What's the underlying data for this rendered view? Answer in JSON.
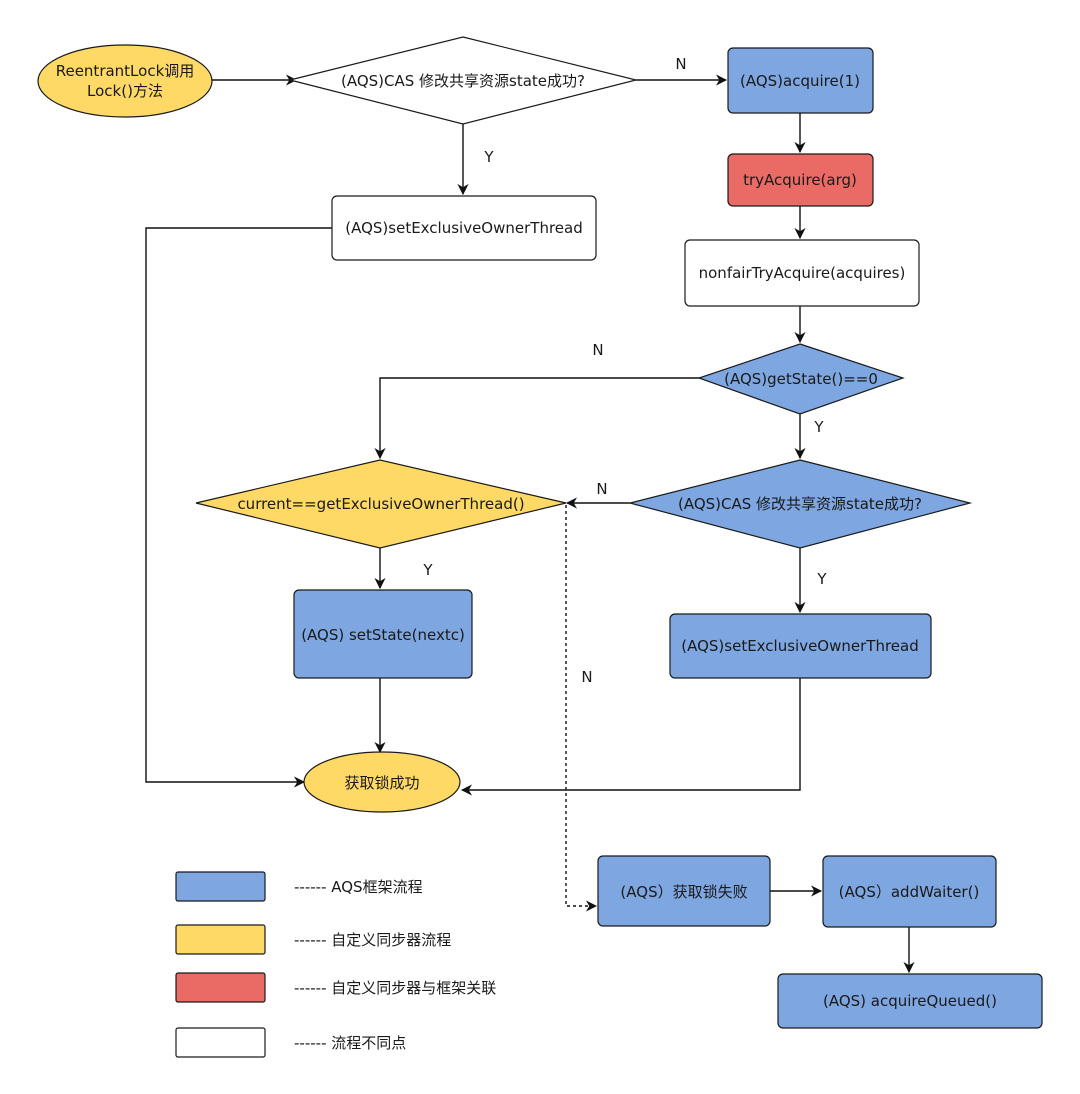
{
  "colors": {
    "blue": "#7EA6E0",
    "yellow": "#FFD966",
    "red": "#EA6B66",
    "white": "#FFFFFF",
    "stroke": "#1A1A1A"
  },
  "nodes": {
    "start": {
      "lines": [
        "ReentrantLock调用",
        "Lock()方法"
      ],
      "fill": "yellow"
    },
    "cas_top": {
      "text": "(AQS)CAS 修改共享资源state成功?",
      "fill": "white"
    },
    "set_owner_top": {
      "text": "(AQS)setExclusiveOwnerThread",
      "fill": "white"
    },
    "acquire": {
      "text": "(AQS)acquire(1)",
      "fill": "blue"
    },
    "try_acquire": {
      "text": "tryAcquire(arg)",
      "fill": "red"
    },
    "nonfair": {
      "text": "nonfairTryAcquire(acquires)",
      "fill": "white"
    },
    "get_state": {
      "text": "(AQS)getState()==0",
      "fill": "blue"
    },
    "cas_mid": {
      "text": "(AQS)CAS 修改共享资源state成功?",
      "fill": "blue"
    },
    "current_check": {
      "text": "current==getExclusiveOwnerThread()",
      "fill": "yellow"
    },
    "set_state": {
      "text": "(AQS) setState(nextc)",
      "fill": "blue"
    },
    "set_owner_mid": {
      "text": "(AQS)setExclusiveOwnerThread",
      "fill": "blue"
    },
    "success": {
      "text": "获取锁成功",
      "fill": "yellow"
    },
    "fail": {
      "text": "(AQS）获取锁失败",
      "fill": "blue"
    },
    "add_waiter": {
      "text": "(AQS）addWaiter()",
      "fill": "blue"
    },
    "acquire_queued": {
      "text": "(AQS) acquireQueued()",
      "fill": "blue"
    }
  },
  "edge_labels": {
    "cas_top_no": "N",
    "cas_top_yes": "Y",
    "get_state_no": "N",
    "get_state_yes": "Y",
    "cas_mid_no": "N",
    "cas_mid_yes": "Y",
    "current_yes": "Y",
    "current_no": "N"
  },
  "legend": [
    {
      "fill": "blue",
      "label": "------  AQS框架流程"
    },
    {
      "fill": "yellow",
      "label": "------  自定义同步器流程"
    },
    {
      "fill": "red",
      "label": "------  自定义同步器与框架关联"
    },
    {
      "fill": "white",
      "label": "------  流程不同点"
    }
  ]
}
